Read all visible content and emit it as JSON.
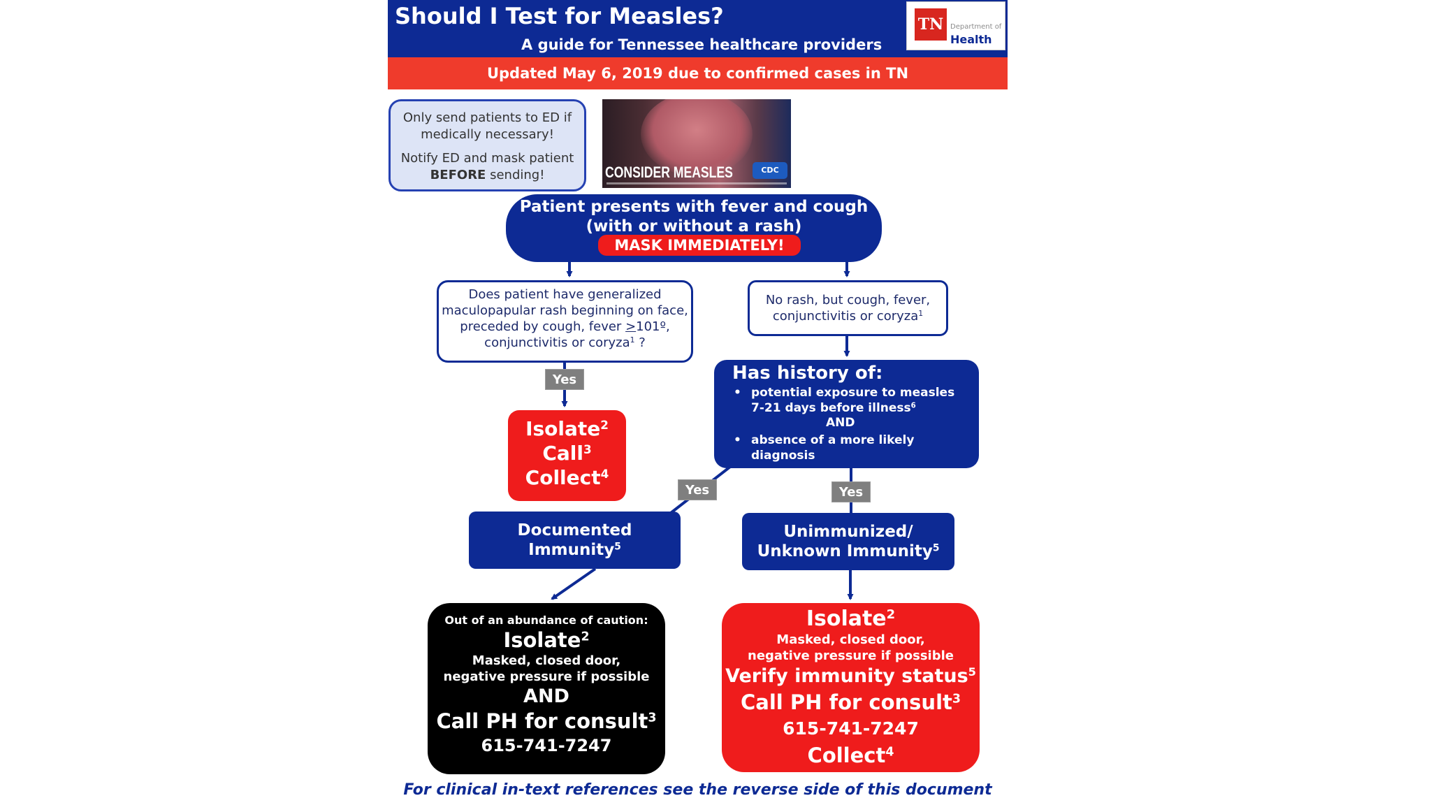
{
  "header": {
    "title": "Should I Test for Measles?",
    "subtitle": "A guide for Tennessee healthcare providers",
    "logo": {
      "state": "TN",
      "dept": "Department of",
      "name": "Health"
    },
    "updated": "Updated May 6, 2019 due to confirmed cases in TN"
  },
  "ed_note": {
    "line1": "Only send patients to ED if medically necessary!",
    "line2_pre": "Notify ED and mask patient ",
    "line2_bold": "BEFORE",
    "line2_post": " sending!"
  },
  "photo": {
    "caption": "CONSIDER MEASLES",
    "badge": "CDC"
  },
  "presentation": {
    "line1": "Patient presents with fever and cough",
    "line2": "(with or without a rash)",
    "mask": "MASK IMMEDIATELY!"
  },
  "rash_question": {
    "text_a": "Does patient have generalized maculopapular rash beginning on face, preceded by cough, fever ",
    "symbol": ">",
    "text_b": "101º, conjunctivitis or coryza",
    "sup": "1",
    "text_c": " ?"
  },
  "no_rash": {
    "text": "No rash, but cough, fever, conjunctivitis or coryza",
    "sup": "1"
  },
  "history": {
    "title": "Has history of:",
    "item1": "potential exposure to measles 7-21 days before illness",
    "item1_sup": "6",
    "and": "AND",
    "item2": "absence of a more likely diagnosis"
  },
  "yes_labels": {
    "rash": "Yes",
    "documented": "Yes",
    "unimmunized": "Yes"
  },
  "isolate_call_collect": {
    "isolate": "Isolate",
    "isolate_sup": "2",
    "call": "Call",
    "call_sup": "3",
    "collect": "Collect",
    "collect_sup": "4"
  },
  "documented": {
    "line1": "Documented",
    "line2": "Immunity",
    "sup": "5"
  },
  "unimmunized": {
    "line1": "Unimmunized/",
    "line2": "Unknown Immunity",
    "sup": "5"
  },
  "caution": {
    "heading": "Out of an abundance of caution:",
    "isolate": "Isolate",
    "isolate_sup": "2",
    "detail1": "Masked, closed door,",
    "detail2": "negative pressure if possible",
    "and": "AND",
    "call": "Call PH for consult",
    "call_sup": "3",
    "phone": "615-741-7247"
  },
  "unimmunized_action": {
    "isolate": "Isolate",
    "isolate_sup": "2",
    "detail1": "Masked, closed door,",
    "detail2": "negative pressure if possible",
    "verify": "Verify immunity status",
    "verify_sup": "5",
    "call": "Call PH for consult",
    "call_sup": "3",
    "phone": "615-741-7247",
    "collect": "Collect",
    "collect_sup": "4"
  },
  "footer": "For clinical in-text references see the reverse side of this document",
  "colors": {
    "navy": "#0d2a94",
    "red": "#ef1c1c",
    "banner_red": "#ef3b2c",
    "note_fill": "#dde4f6",
    "gray": "#7f7f7f"
  }
}
